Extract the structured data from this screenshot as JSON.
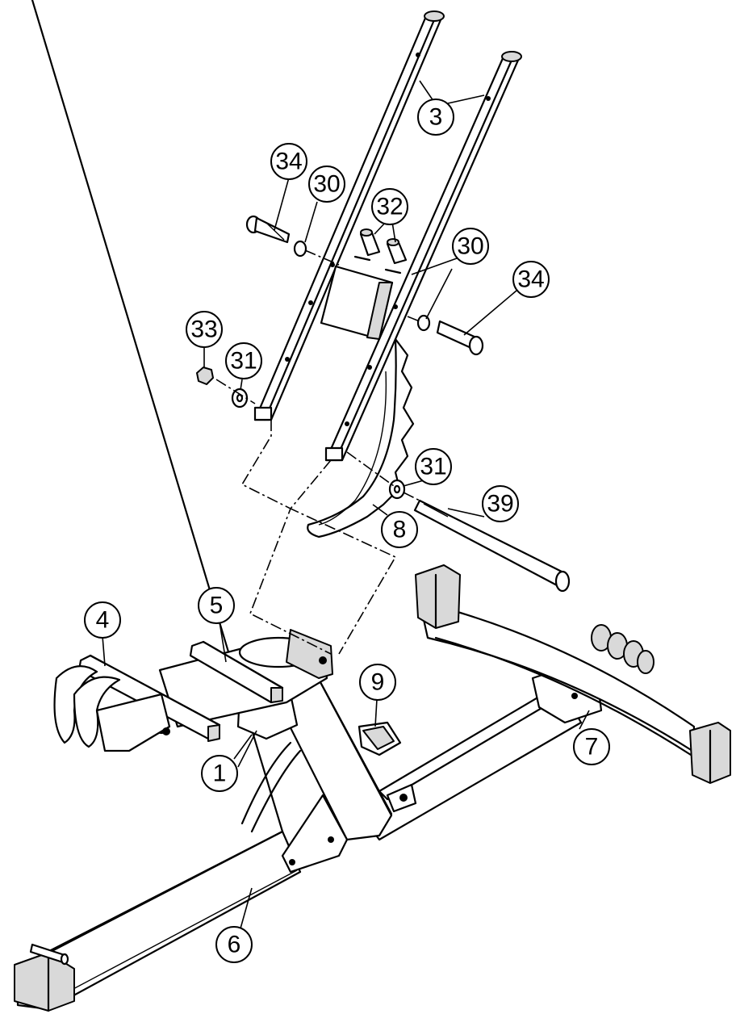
{
  "callouts": [
    {
      "id": "c3",
      "label": "3"
    },
    {
      "id": "c34a",
      "label": "34"
    },
    {
      "id": "c30a",
      "label": "30"
    },
    {
      "id": "c32",
      "label": "32"
    },
    {
      "id": "c30b",
      "label": "30"
    },
    {
      "id": "c34b",
      "label": "34"
    },
    {
      "id": "c33",
      "label": "33"
    },
    {
      "id": "c31a",
      "label": "31"
    },
    {
      "id": "c31b",
      "label": "31"
    },
    {
      "id": "c39",
      "label": "39"
    },
    {
      "id": "c8",
      "label": "8"
    },
    {
      "id": "c5",
      "label": "5"
    },
    {
      "id": "c4",
      "label": "4"
    },
    {
      "id": "c9",
      "label": "9"
    },
    {
      "id": "c7",
      "label": "7"
    },
    {
      "id": "c1",
      "label": "1"
    },
    {
      "id": "c6",
      "label": "6"
    }
  ]
}
